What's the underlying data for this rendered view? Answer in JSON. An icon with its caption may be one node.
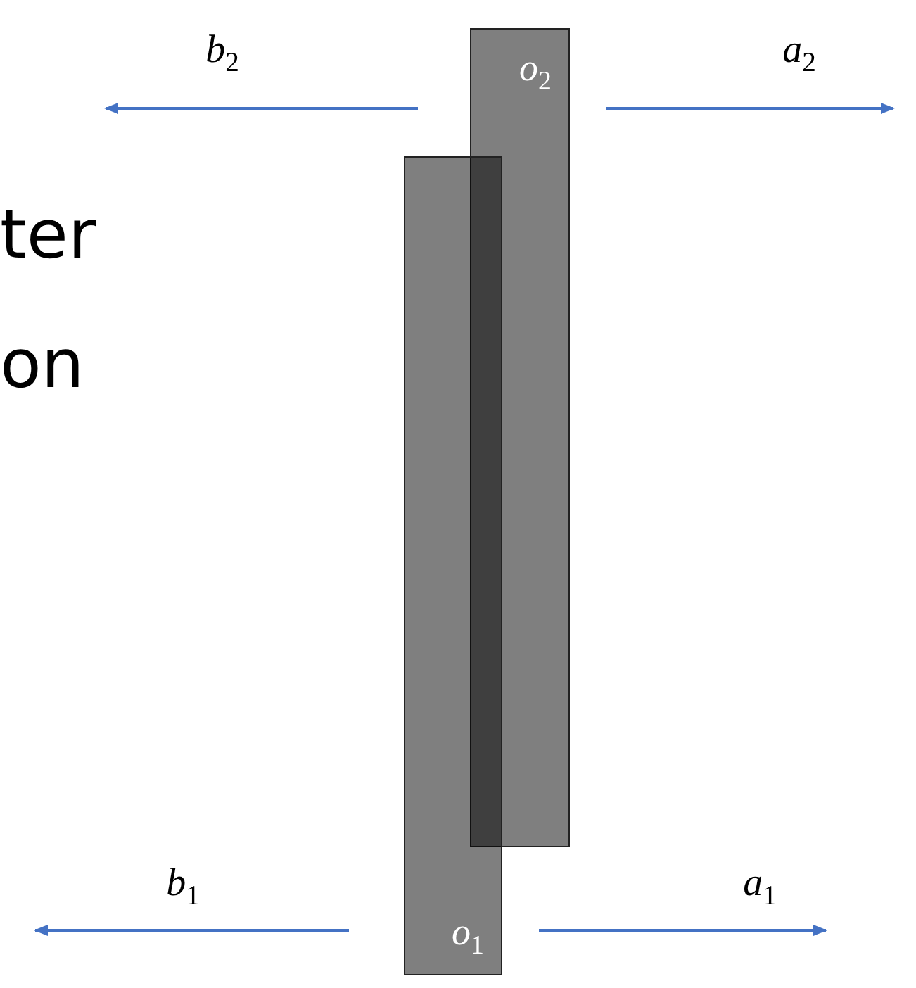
{
  "diagram": {
    "nodes": [
      {
        "text": [
          "o$_{2}$"
        ]
      },
      {
        "text": [
          "o$_{1}$"
        ]
      }
    ],
    "edges": [
      {
        "from": 0,
        "to": null,
        "arrow": "to",
        "label": "b$_{2}$"
      },
      {
        "from": 0,
        "to": null,
        "arrow": "to",
        "label": "a$_{2}$"
      },
      {
        "from": 1,
        "to": null,
        "arrow": "to",
        "label": "b$_{1}$"
      },
      {
        "from": 1,
        "to": null,
        "arrow": "to",
        "label": "a$_{1}$"
      }
    ],
    "labels": [
      "ter",
      "on"
    ]
  }
}
